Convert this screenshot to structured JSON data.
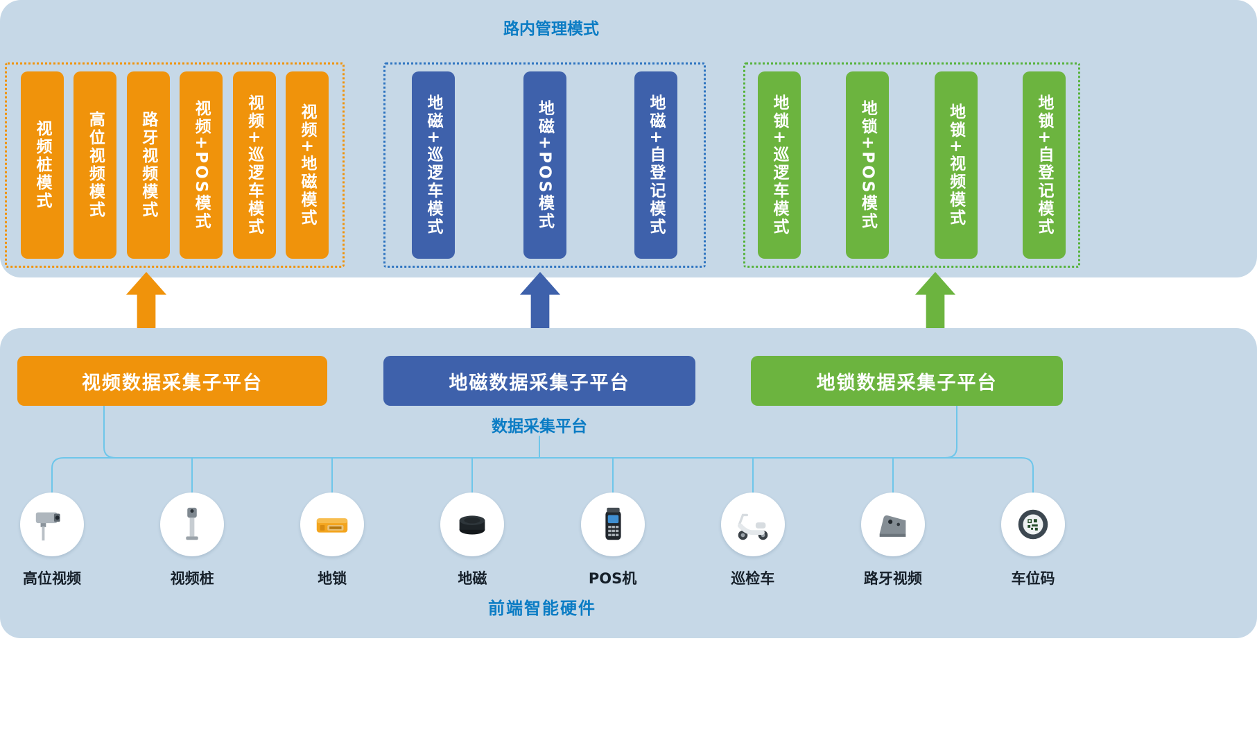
{
  "colors": {
    "panel_background": "#C6D8E7",
    "caption_text": "#0B7CC4",
    "connector_line": "#6EC6EA"
  },
  "top_panel": {
    "title": "路内管理模式",
    "groups": [
      {
        "id": "video",
        "accent": "#F0930B",
        "border": "#F0930B",
        "modes": [
          "视频桩模式",
          "高位视频模式",
          "路牙视频模式",
          "视频+POS模式",
          "视频+巡逻车模式",
          "视频+地磁模式"
        ]
      },
      {
        "id": "geomagnetic",
        "accent": "#3E61AB",
        "border": "#2E74C0",
        "modes": [
          "地磁+巡逻车模式",
          "地磁+POS模式",
          "地磁+自登记模式"
        ]
      },
      {
        "id": "lock",
        "accent": "#6CB43F",
        "border": "#55B23A",
        "modes": [
          "地锁+巡逻车模式",
          "地锁+POS模式",
          "地锁+视频模式",
          "地锁+自登记模式"
        ]
      }
    ]
  },
  "bottom_panel": {
    "platforms": [
      {
        "label": "视频数据采集子平台",
        "color": "#F0930B"
      },
      {
        "label": "地磁数据采集子平台",
        "color": "#3E61AB"
      },
      {
        "label": "地锁数据采集子平台",
        "color": "#6CB43F"
      }
    ],
    "platform_caption": "数据采集平台",
    "devices": [
      {
        "label": "高位视频",
        "icon": "high-camera-icon"
      },
      {
        "label": "视频桩",
        "icon": "video-pile-icon"
      },
      {
        "label": "地锁",
        "icon": "ground-lock-icon"
      },
      {
        "label": "地磁",
        "icon": "geomagnetic-sensor-icon"
      },
      {
        "label": "POS机",
        "icon": "pos-terminal-icon"
      },
      {
        "label": "巡检车",
        "icon": "patrol-scooter-icon"
      },
      {
        "label": "路牙视频",
        "icon": "curb-video-icon"
      },
      {
        "label": "车位码",
        "icon": "parking-qr-icon"
      }
    ],
    "hardware_caption": "前端智能硬件"
  }
}
